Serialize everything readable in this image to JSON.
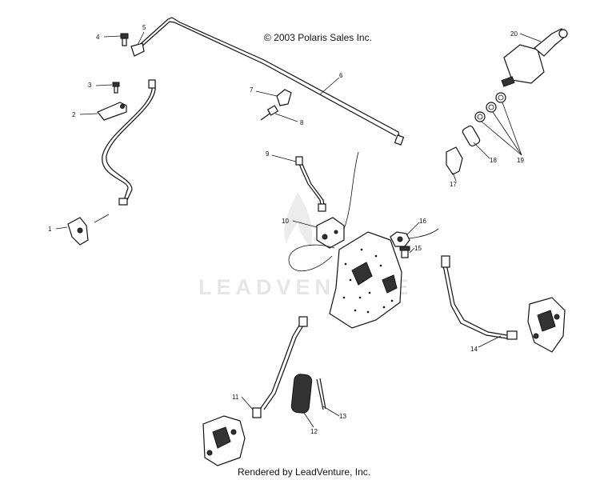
{
  "header": {
    "copyright": "© 2003 Polaris Sales Inc."
  },
  "footer": {
    "rendered_by": "Rendered by LeadVenture, Inc."
  },
  "watermark": {
    "text": "LEADVENTURE"
  },
  "callouts": [
    "1",
    "2",
    "3",
    "4",
    "5",
    "6",
    "7",
    "8",
    "9",
    "10",
    "11",
    "12",
    "13",
    "14",
    "15",
    "16",
    "17",
    "18",
    "19",
    "20"
  ],
  "colors": {
    "line": "#111111",
    "watermark": "#e6e6e6",
    "background": "#ffffff"
  }
}
